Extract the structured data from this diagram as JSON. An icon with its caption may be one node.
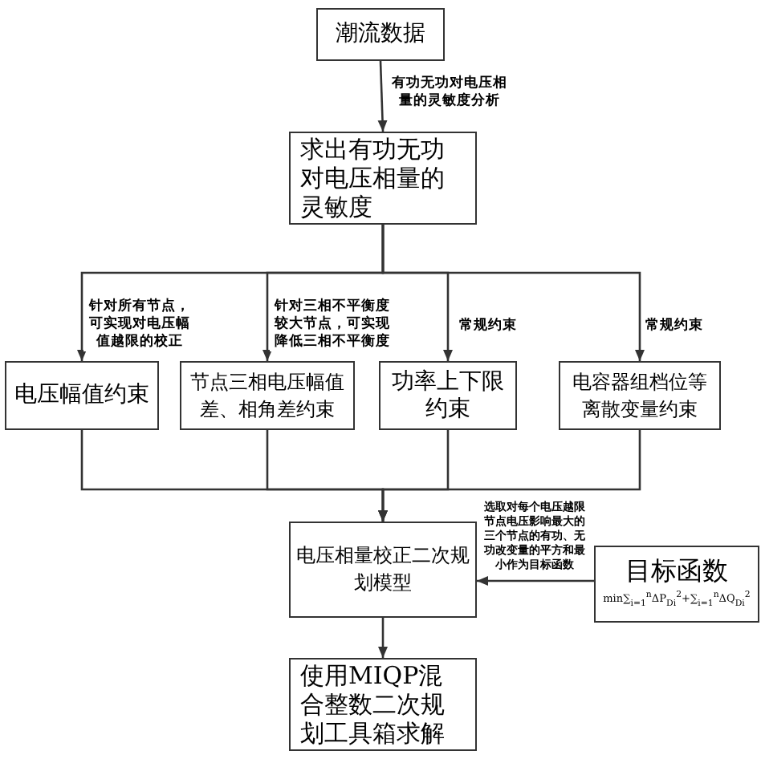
{
  "diagram": {
    "nodes": [
      {
        "text": [
          "潮流数据"
        ]
      },
      {
        "text": [
          "求出有功无功对电压相量的灵敏度"
        ]
      },
      {
        "text": [
          "电压幅值约束"
        ]
      },
      {
        "text": [
          "节点三相电压幅值差、相角差约束"
        ]
      },
      {
        "text": [
          "功率上下限约束"
        ]
      },
      {
        "text": [
          "电容器组档位等离散变量约束"
        ]
      },
      {
        "text": [
          "电压相量校正二次规划模型"
        ]
      },
      {
        "text": [
          "目标函数",
          "min∑$_{i=1}$$^{n}$ΔP$_{Di}$$^{2}$+∑$_{i=1}$$^{n}$ΔQ$_{Di}$$^{2}$"
        ]
      },
      {
        "text": [
          "使用MIQP混合整数二次规划工具箱求解"
        ]
      }
    ],
    "edges": [
      {
        "from": 0,
        "to": 1,
        "arrow": "to",
        "label": "有功无功对电压相量的灵敏度分析"
      },
      {
        "from": 1,
        "to": 2,
        "arrow": "to",
        "label": "针对所有节点，可实现对电压幅值越限的校正"
      },
      {
        "from": 1,
        "to": 3,
        "arrow": "to",
        "label": "针对三相不平衡度较大节点，可实现降低三相不平衡度"
      },
      {
        "from": 1,
        "to": 4,
        "arrow": "to",
        "label": "常规约束"
      },
      {
        "from": 1,
        "to": 5,
        "arrow": "to",
        "label": "常规约束"
      },
      {
        "from": 2,
        "to": 6,
        "arrow": "to"
      },
      {
        "from": 3,
        "to": 6,
        "arrow": "to"
      },
      {
        "from": 4,
        "to": 6,
        "arrow": "to"
      },
      {
        "from": 5,
        "to": 6,
        "arrow": "to"
      },
      {
        "from": 7,
        "to": 6,
        "arrow": "to",
        "label": "选取对每个电压越限节点电压影响最大的三个节点的有功、无功改变量的平方和最小作为目标函数"
      },
      {
        "from": 6,
        "to": 8,
        "arrow": "to"
      }
    ]
  }
}
